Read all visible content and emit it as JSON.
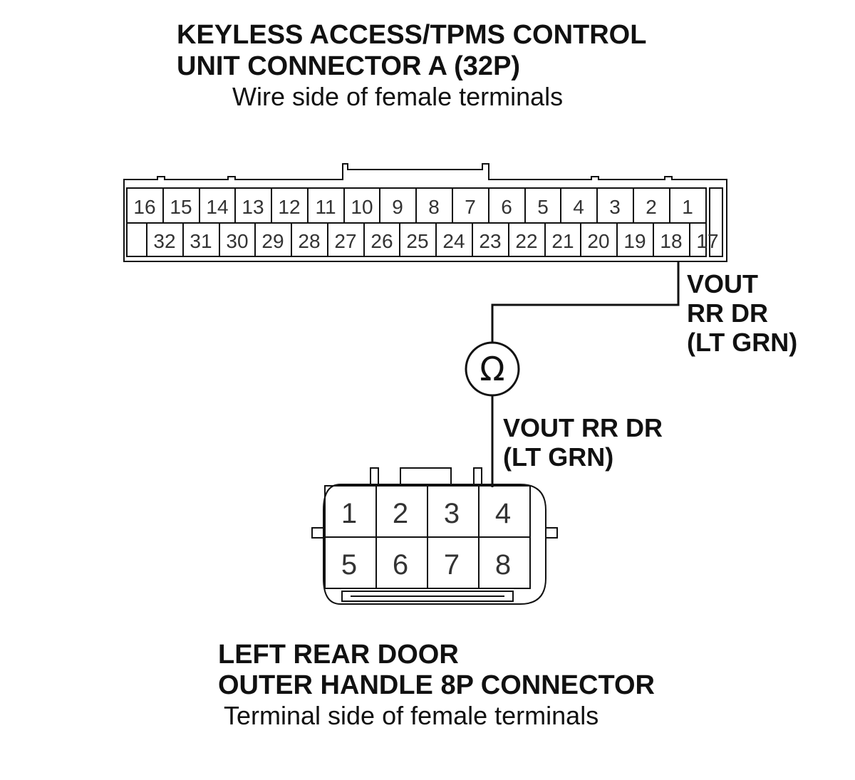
{
  "connector_a": {
    "title_line1": "KEYLESS ACCESS/TPMS CONTROL",
    "title_line2": "UNIT CONNECTOR A (32P)",
    "subtitle": "Wire side of female terminals",
    "top_row": [
      "16",
      "15",
      "14",
      "13",
      "12",
      "11",
      "10",
      "9",
      "8",
      "7",
      "6",
      "5",
      "4",
      "3",
      "2",
      "1"
    ],
    "bottom_row": [
      "32",
      "31",
      "30",
      "29",
      "28",
      "27",
      "26",
      "25",
      "24",
      "23",
      "22",
      "21",
      "20",
      "19",
      "18",
      "17"
    ]
  },
  "wire_upper": {
    "line1": "VOUT",
    "line2": "RR DR",
    "line3": "(LT GRN)"
  },
  "meter": {
    "symbol": "Ω"
  },
  "wire_lower": {
    "line1": "VOUT RR DR",
    "line2": "(LT GRN)"
  },
  "connector_b": {
    "title_line1": "LEFT REAR DOOR",
    "title_line2": "OUTER HANDLE 8P CONNECTOR",
    "subtitle": "Terminal side of female terminals",
    "top_row": [
      "1",
      "2",
      "3",
      "4"
    ],
    "bottom_row": [
      "5",
      "6",
      "7",
      "8"
    ]
  },
  "colors": {
    "line": "#111111",
    "pin_text": "#333333",
    "background": "#ffffff"
  }
}
